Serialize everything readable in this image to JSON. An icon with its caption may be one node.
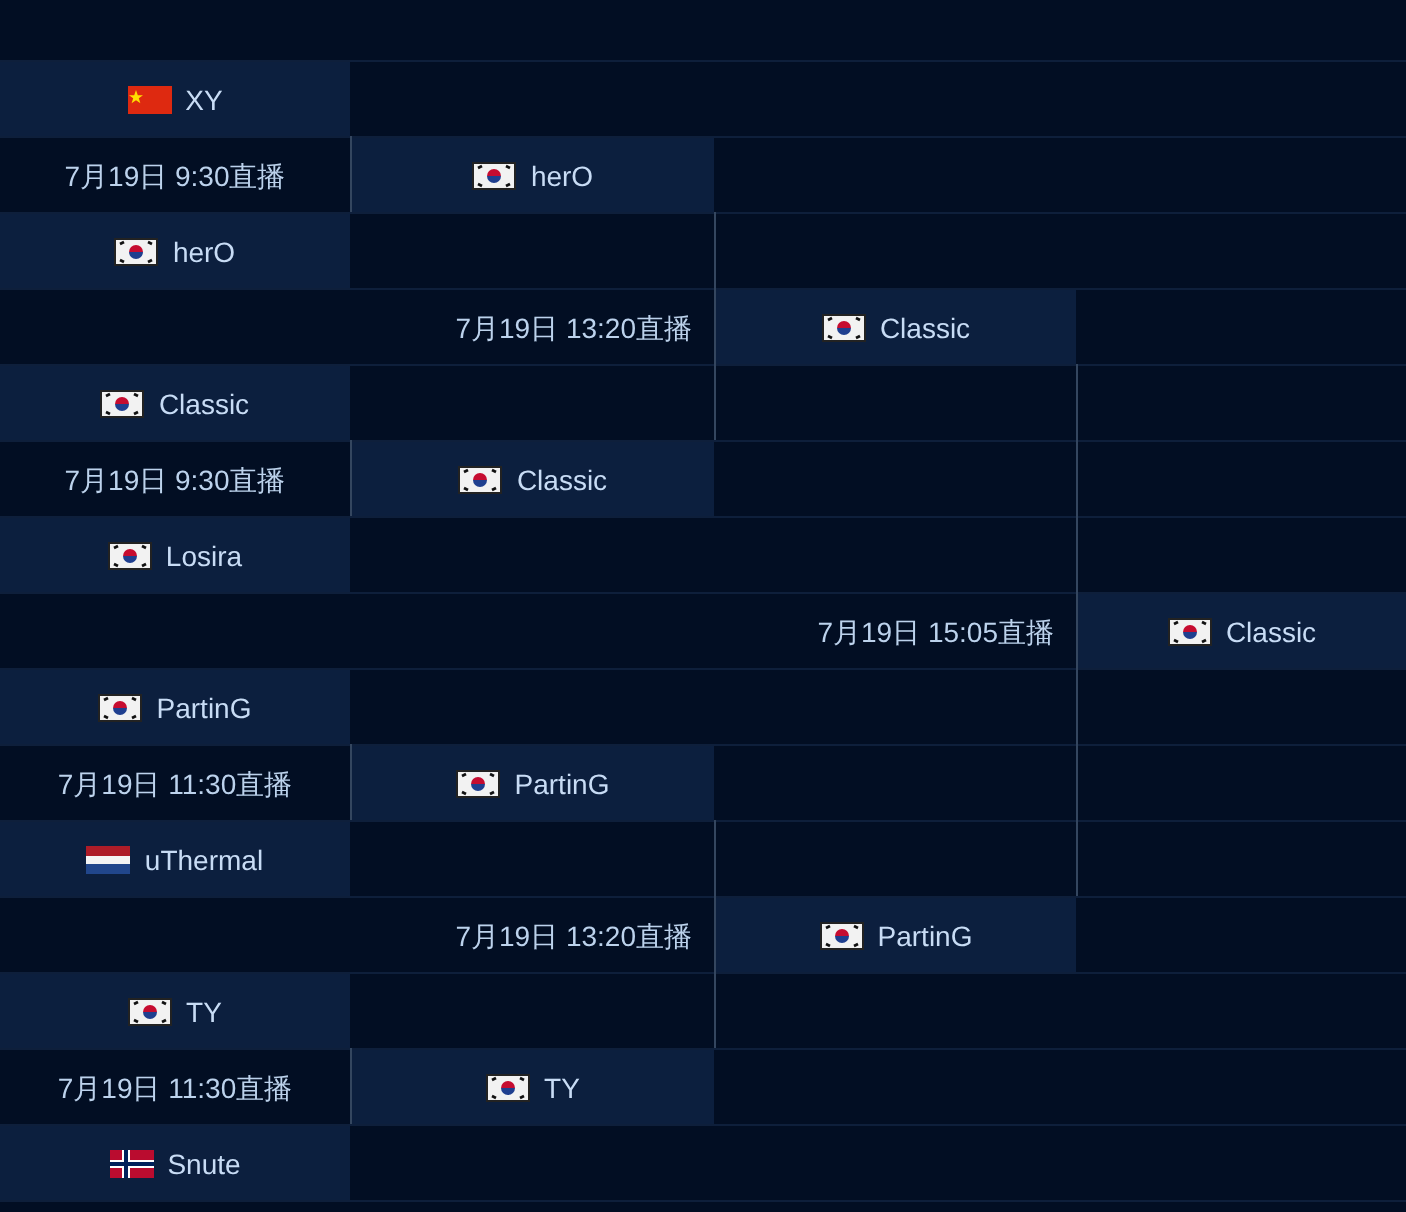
{
  "diagram": {
    "nodes": [
      {
        "text": [
          "XY"
        ]
      },
      {
        "text": [
          "herO"
        ]
      },
      {
        "text": [
          "herO"
        ]
      },
      {
        "text": [
          "Classic"
        ],
        "beside": [
          "7月19日 13:20直播"
        ]
      },
      {
        "text": [
          "Classic"
        ]
      },
      {
        "text": [
          "Classic"
        ]
      },
      {
        "text": [
          "Losira"
        ]
      },
      {
        "text": [
          "Classic"
        ],
        "beside": [
          "7月19日 15:05直播"
        ]
      },
      {
        "text": [
          "PartinG"
        ]
      },
      {
        "text": [
          "PartinG"
        ]
      },
      {
        "text": [
          "uThermal"
        ]
      },
      {
        "text": [
          "PartinG"
        ],
        "beside": [
          "7月19日 13:20直播"
        ]
      },
      {
        "text": [
          "TY"
        ]
      },
      {
        "text": [
          "TY"
        ]
      },
      {
        "text": [
          "Snute"
        ]
      }
    ],
    "edges": [
      {
        "from": 0,
        "to": 1,
        "arrow": "none"
      },
      {
        "from": 2,
        "to": 1,
        "arrow": "none"
      },
      {
        "from": 4,
        "to": 5,
        "arrow": "none"
      },
      {
        "from": 6,
        "to": 5,
        "arrow": "none"
      },
      {
        "from": 8,
        "to": 9,
        "arrow": "none"
      },
      {
        "from": 10,
        "to": 9,
        "arrow": "none"
      },
      {
        "from": 12,
        "to": 13,
        "arrow": "none"
      },
      {
        "from": 14,
        "to": 13,
        "arrow": "none"
      },
      {
        "from": 1,
        "to": 3,
        "arrow": "none"
      },
      {
        "from": 5,
        "to": 3,
        "arrow": "none"
      },
      {
        "from": 9,
        "to": 11,
        "arrow": "none"
      },
      {
        "from": 13,
        "to": 11,
        "arrow": "none"
      },
      {
        "from": 3,
        "to": 7,
        "arrow": "none"
      },
      {
        "from": 11,
        "to": 7,
        "arrow": "none"
      }
    ],
    "labels": [
      "7月19日 9:30直播",
      "7月19日 9:30直播",
      "7月19日 11:30直播",
      "7月19日 11:30直播"
    ]
  }
}
